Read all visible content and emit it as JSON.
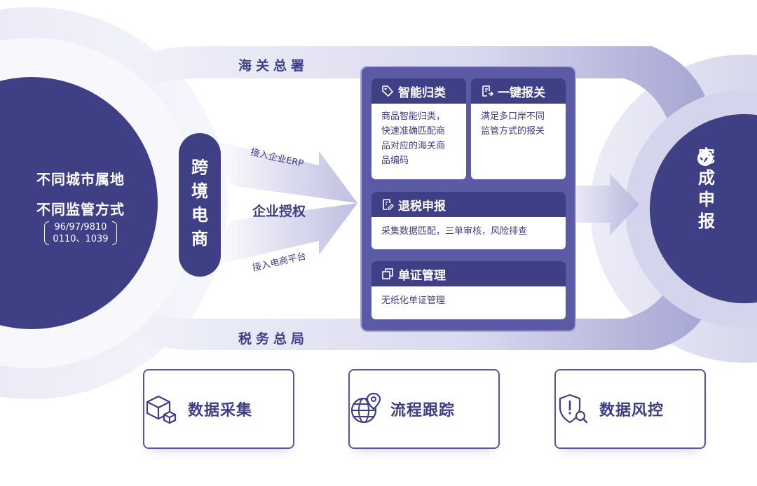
{
  "left_circle": {
    "line1": "不同城市属地",
    "line2": "不同监管方式",
    "codes_line1": "96/97/9810",
    "codes_line2": "0110、1039"
  },
  "pill": {
    "chars": [
      "跨",
      "境",
      "电",
      "商"
    ]
  },
  "routes": {
    "top": "海关总署",
    "bottom": "税务总局"
  },
  "arrows": {
    "upper": "接入企业ERP",
    "center": "企业授权",
    "lower": "接入电商平台"
  },
  "cards": {
    "classify": {
      "title": "智能归类",
      "icon": "tag-icon",
      "body_lines": [
        "商品智能归类，",
        "快速准确匹配商",
        "品对应的海关商",
        "品编码"
      ]
    },
    "declare": {
      "title": "一键报关",
      "icon": "document-arrow-icon",
      "body_lines": [
        "满足多口岸不同",
        "监管方式的报关"
      ]
    },
    "tax": {
      "title": "退税申报",
      "icon": "edit-document-icon",
      "body": "采集数据匹配，三单审核，风险排查"
    },
    "docs": {
      "title": "单证管理",
      "icon": "copy-icon",
      "body": "无纸化单证管理"
    }
  },
  "right_circle": {
    "icon": "check-circle-icon",
    "chars": [
      "完",
      "成",
      "申",
      "报"
    ]
  },
  "features": [
    {
      "label": "数据采集",
      "icon": "boxes-icon"
    },
    {
      "label": "流程跟踪",
      "icon": "globe-pin-icon"
    },
    {
      "label": "数据风控",
      "icon": "shield-search-icon"
    }
  ],
  "colors": {
    "primary": "#3f3f86",
    "panel": "#5b5ba5",
    "light": "#d8d8ee",
    "ring": "#a9a9d4"
  }
}
